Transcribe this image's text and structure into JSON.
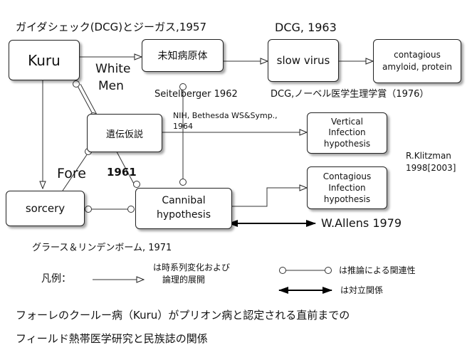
{
  "header": {
    "top_left": "ガイダシェック(DCG)とジーガス,1957",
    "dcg_1963": "DCG, 1963"
  },
  "boxes": {
    "kuru": "Kuru",
    "michi": "未知病原体",
    "slow_virus": "slow virus",
    "contagious_amyloid_1": "contagious",
    "contagious_amyloid_2": "amyloid, protein",
    "iden": "遺伝仮説",
    "vertical_1": "Vertical",
    "vertical_2": "Infection",
    "vertical_3": "hypothesis",
    "contagious_1": "Contagious",
    "contagious_2": "Infection",
    "contagious_3": "hypothesis",
    "sorcery": "sorcery",
    "cannibal_1": "Cannibal",
    "cannibal_2": "hypothesis"
  },
  "labels": {
    "white": "White",
    "men": "Men",
    "seitelberger": "Seitelberger 1962",
    "dcg_nobel": "DCG,ノーベル医学生理学賞（1976）",
    "nih_1": "NIH, Bethesda WS&Symp.,",
    "nih_2": "1964",
    "klitzman_1": "R.Klitzman",
    "klitzman_2": "1998[2003]",
    "fore": "Fore",
    "year_1961": "1961",
    "wallens": "W.Allens 1979",
    "glass": "グラース＆リンデンボーム, 1971"
  },
  "legend": {
    "title": "凡例：",
    "arrow_1": "は時系列変化および",
    "arrow_2": "論理的展開",
    "circle": "は推論による関連性",
    "double": "は対立関係"
  },
  "caption": {
    "line1": "フォーレのクールー病（Kuru）がプリオン病と認定される直前までの",
    "line2": "フィールド熱帯医学研究と民族誌の関係"
  }
}
